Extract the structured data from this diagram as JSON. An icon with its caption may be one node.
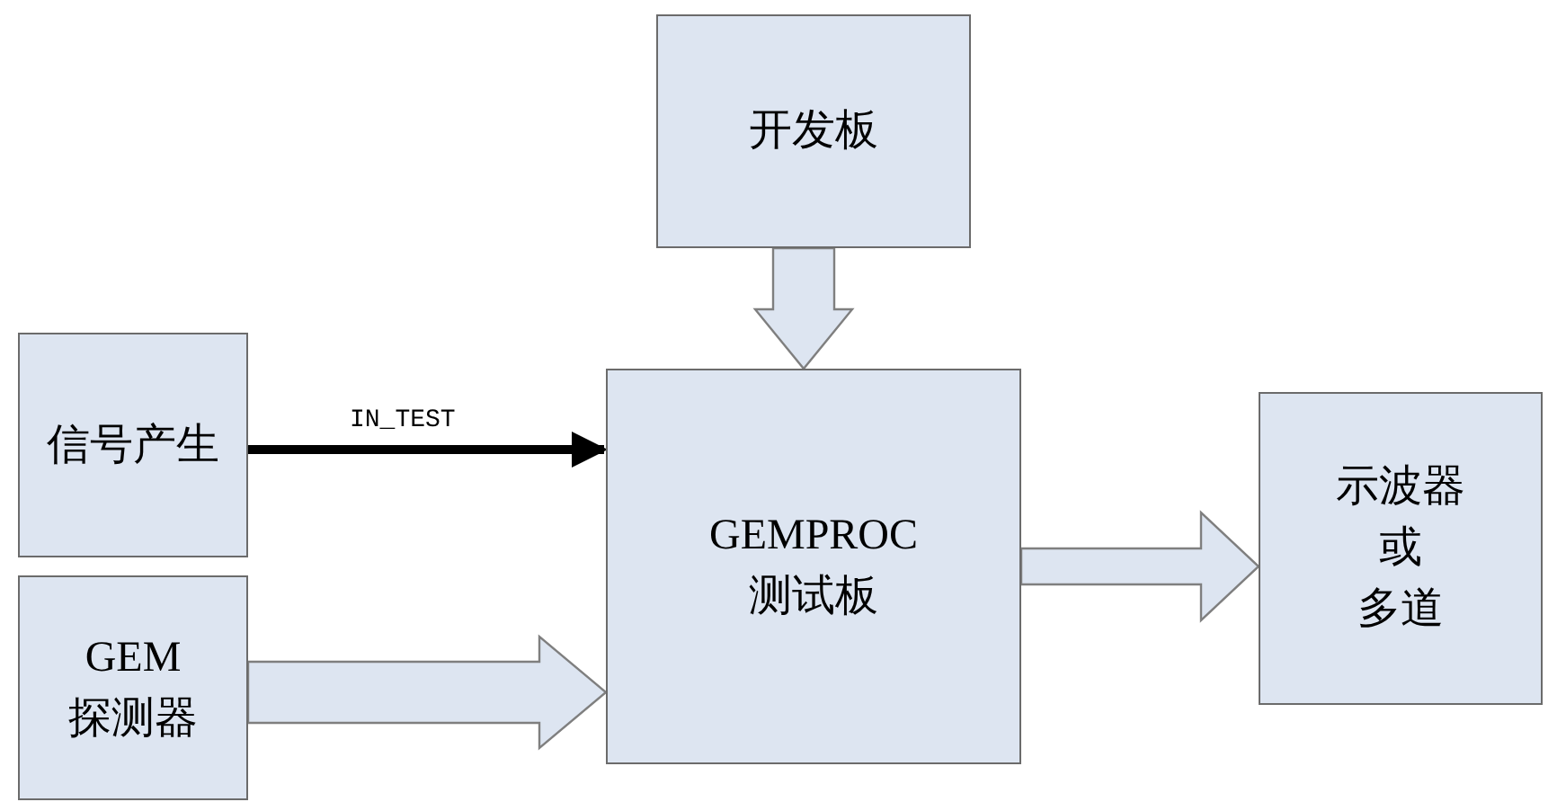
{
  "diagram": {
    "nodes": [
      {
        "text": [
          "开发板"
        ]
      },
      {
        "text": [
          "信号产生"
        ]
      },
      {
        "text": [
          "GEMPROC 测试板"
        ]
      },
      {
        "text": [
          "示波器",
          "或",
          "多道"
        ]
      },
      {
        "text": [
          "GEM 探测器"
        ]
      }
    ],
    "edges": [
      {
        "from": 0,
        "to": 2,
        "arrow": "to",
        "style": "thick"
      },
      {
        "from": 1,
        "to": 2,
        "arrow": "to",
        "label": "IN_TEST",
        "color": "#000000"
      },
      {
        "from": 4,
        "to": 2,
        "arrow": "to",
        "style": "thick"
      },
      {
        "from": 2,
        "to": 3,
        "arrow": "to",
        "style": "thick"
      }
    ]
  }
}
